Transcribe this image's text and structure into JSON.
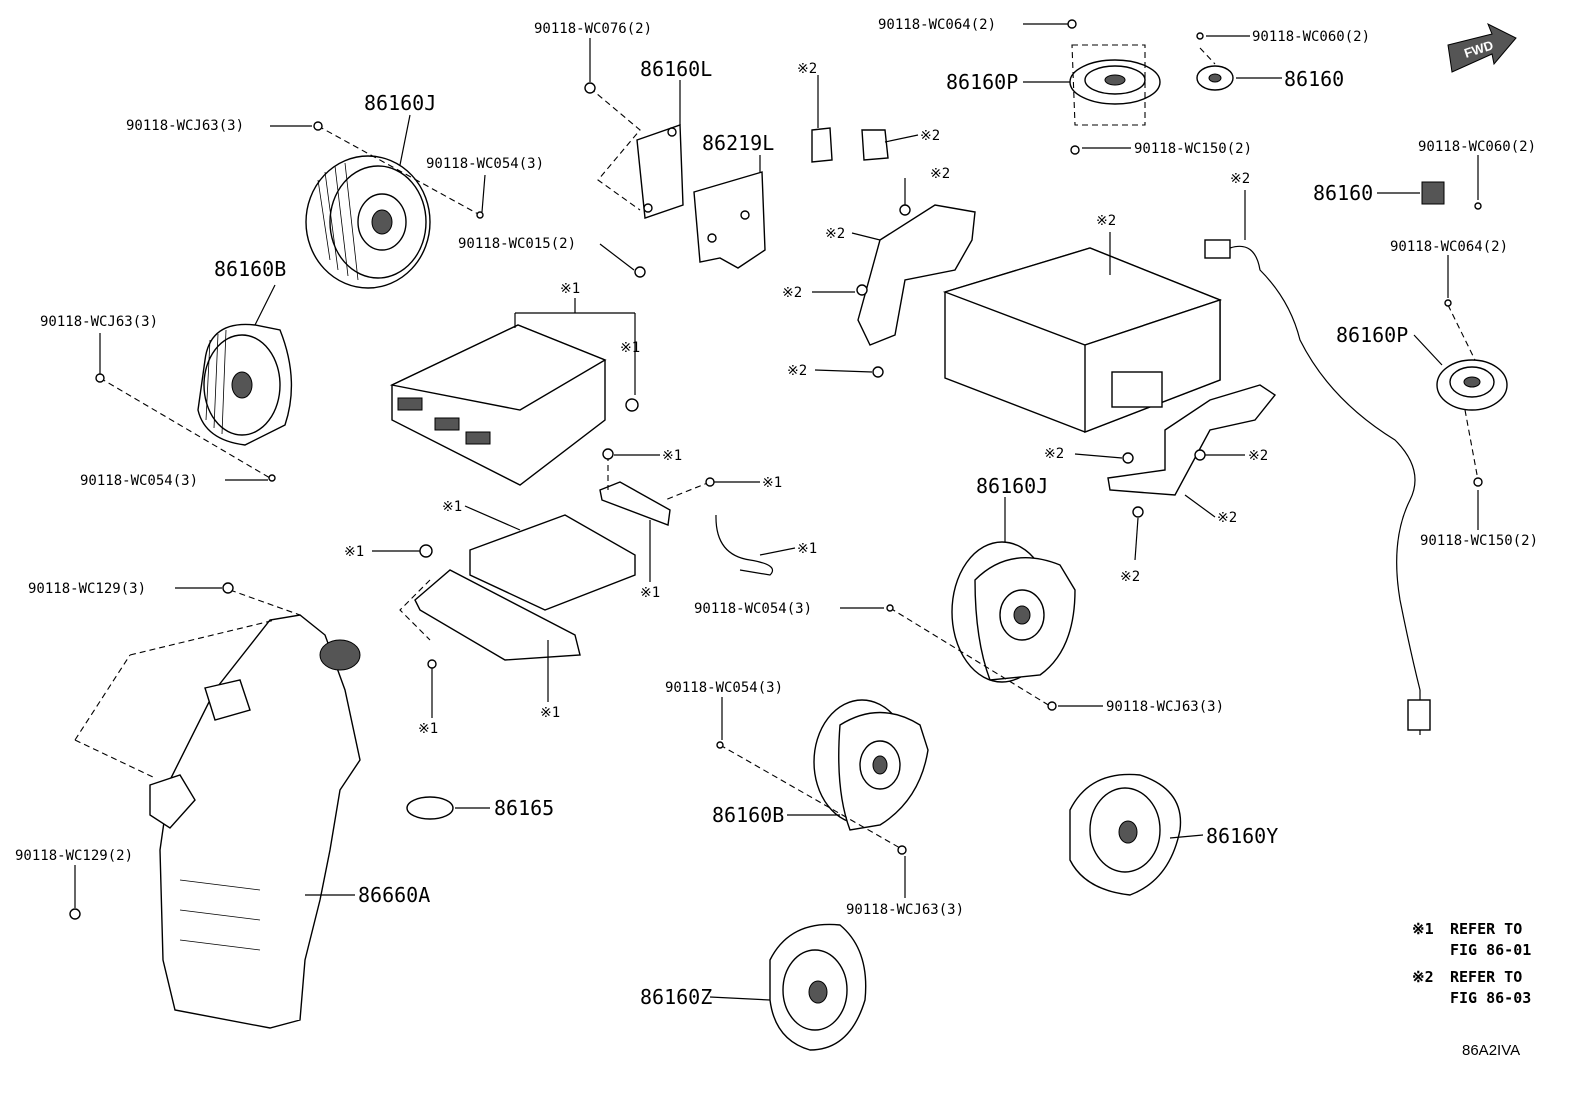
{
  "diagram": {
    "fwd_label": "FWD",
    "drawing_code": "86A2IVA",
    "notes": [
      {
        "mark": "※1",
        "line1": "REFER TO",
        "line2": "FIG 86-01"
      },
      {
        "mark": "※2",
        "line1": "REFER TO",
        "line2": "FIG 86-03"
      }
    ],
    "labels": {
      "l01": "90118-WC076(2)",
      "l02": "86160L",
      "l03": "86219L",
      "l04": "90118-WCJ63(3)",
      "l05": "86160J",
      "l06": "90118-WC054(3)",
      "l07": "90118-WC015(2)",
      "l08": "86160B",
      "l09": "90118-WCJ63(3)",
      "l10": "90118-WC054(3)",
      "l11": "90118-WC064(2)",
      "l12": "90118-WC060(2)",
      "l13": "86160P",
      "l14": "86160",
      "l15": "90118-WC150(2)",
      "l16": "90118-WC060(2)",
      "l17": "86160",
      "l18": "90118-WC064(2)",
      "l19": "86160P",
      "l20": "90118-WC150(2)",
      "l21": "86160J",
      "l22": "90118-WC054(3)",
      "l23": "90118-WCJ63(3)",
      "l24": "90118-WC054(3)",
      "l25": "86160B",
      "l26": "90118-WCJ63(3)",
      "l27": "86160Y",
      "l28": "86160Z",
      "l29": "86165",
      "l30": "90118-WC129(3)",
      "l31": "90118-WC129(2)",
      "l32": "86660A"
    },
    "ref1": "※1",
    "ref2": "※2"
  }
}
